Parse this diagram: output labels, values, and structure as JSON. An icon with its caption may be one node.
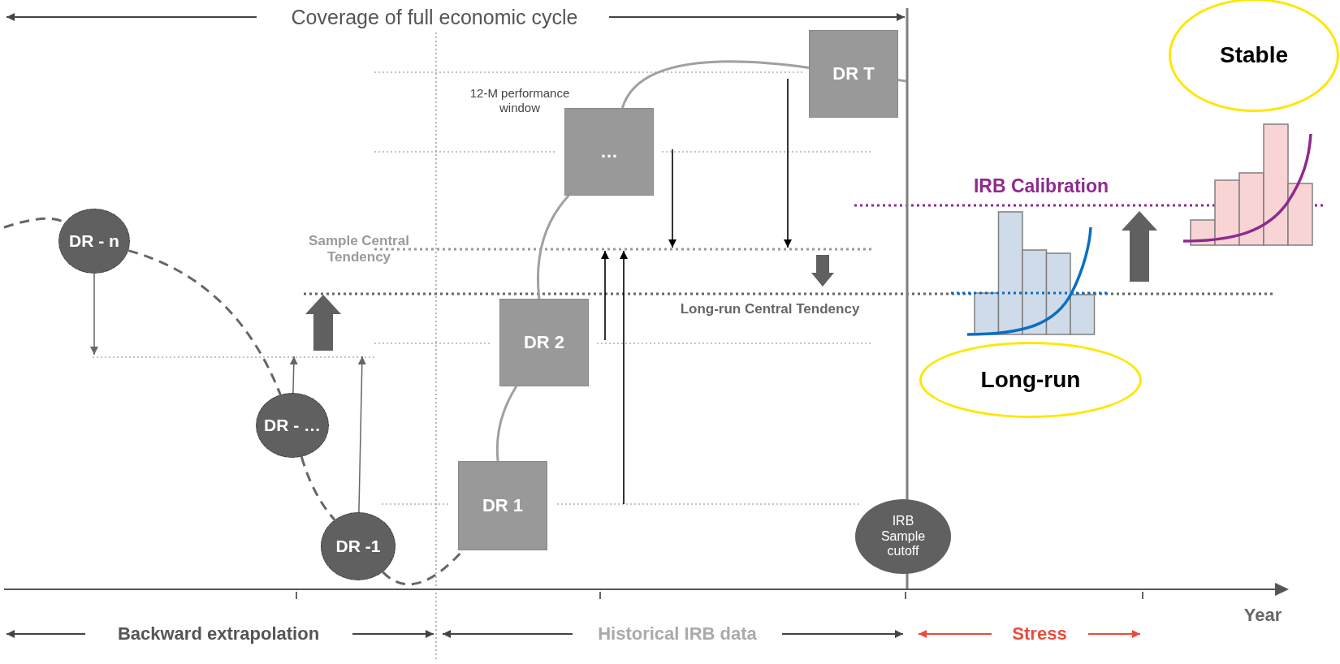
{
  "diagram": {
    "nodes": [
      {
        "text": [
          "DR - n"
        ]
      },
      {
        "text": [
          "DR - …"
        ]
      },
      {
        "text": [
          "DR -1"
        ]
      },
      {
        "text": [
          "DR 1"
        ]
      },
      {
        "text": [
          "DR 2"
        ]
      },
      {
        "text": [
          "…"
        ]
      },
      {
        "text": [
          "DR T"
        ]
      },
      {
        "text": [
          "IRB Sample cutoff"
        ]
      },
      {
        "text": [
          "Stable"
        ]
      },
      {
        "text": [
          "Long-run"
        ]
      }
    ],
    "edges": [
      {
        "from": null,
        "to": 0,
        "arrow": "none",
        "style": "dashed"
      },
      {
        "from": 0,
        "to": 1,
        "arrow": "none",
        "style": "dashed"
      },
      {
        "from": 1,
        "to": 2,
        "arrow": "none",
        "style": "dashed"
      },
      {
        "from": 2,
        "to": 3,
        "arrow": "none",
        "style": "dashed"
      },
      {
        "from": 3,
        "to": 4,
        "arrow": "none",
        "color": "#a0a0a0"
      },
      {
        "from": 4,
        "to": 5,
        "arrow": "none",
        "color": "#a0a0a0"
      },
      {
        "from": 5,
        "to": 6,
        "arrow": "none",
        "color": "#a0a0a0"
      },
      {
        "from": 6,
        "to": null,
        "arrow": "none",
        "color": "#a0a0a0"
      },
      {
        "from": 0,
        "to": null,
        "arrow": "to"
      },
      {
        "from": 1,
        "to": null,
        "arrow": "to"
      },
      {
        "from": 2,
        "to": null,
        "arrow": "to"
      }
    ],
    "labels": [
      "Coverage of full economic cycle",
      "12-M performance window",
      "Sample Central Tendency",
      "Long-run Central Tendency",
      "IRB Calibration",
      "Year",
      "Backward extrapolation",
      "Historical IRB data",
      "Stress"
    ]
  }
}
